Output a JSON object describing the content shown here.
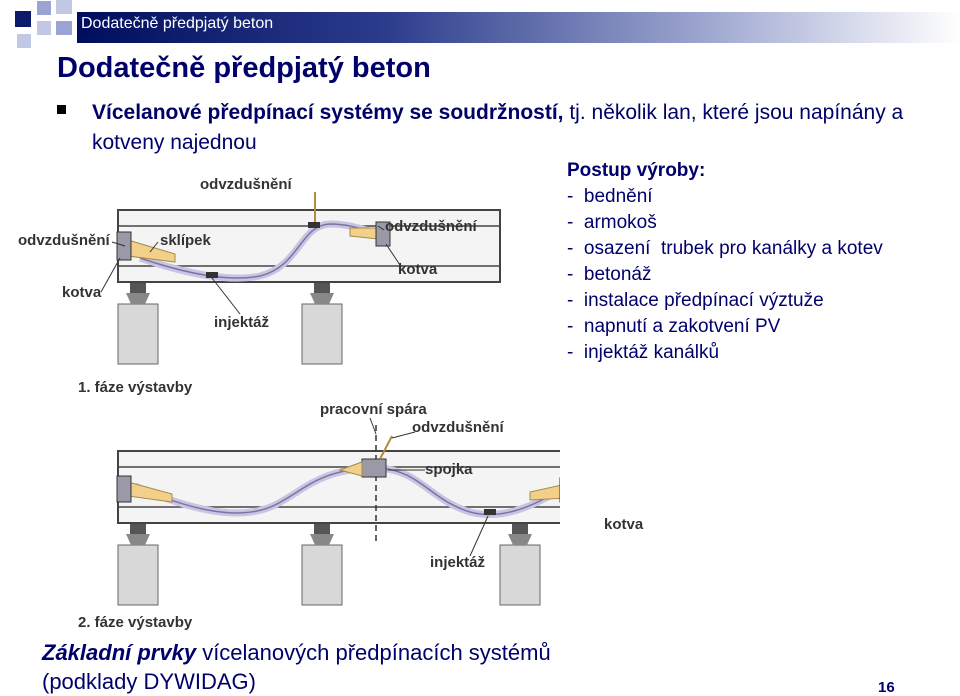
{
  "header": {
    "bar_title": "Dodatečně předpjatý beton",
    "colors": {
      "bar_dark": "#000d5e",
      "text_blue": "#00006a",
      "square_dark": "#0c1a6e",
      "square_light": "#9aa4d2"
    }
  },
  "slide": {
    "title": "Dodatečně předpjatý beton",
    "bullet": {
      "bold_part": "Vícelanové předpínací systémy se soudržností,",
      "normal_part": " tj. několik lan, které jsou napínány a kotveny najednou"
    },
    "procedure": {
      "title": "Postup výroby:",
      "steps": [
        "-  bednění",
        "-  armokoš",
        "-  osazení  trubek pro kanálky a kotev",
        "-  betonáž",
        "-  instalace předpínací výztuže",
        "-  napnutí a zakotvení PV",
        "-  injektáž kanálků"
      ]
    },
    "caption": {
      "bold_part": "Základní prvky",
      "normal_part": " vícelanových předpínacích systémů",
      "line2": "(podklady DYWIDAG)"
    },
    "page_number": "16"
  },
  "diagram": {
    "stage1": {
      "labels": {
        "vent_top": "odvzdušnění",
        "vent_left": "odvzdušnění",
        "vent_right": "odvzdušnění",
        "trumpet": "sklípek",
        "anchor_left": "kotva",
        "anchor_right": "kotva",
        "grout": "injektáž"
      },
      "stage_label": "1. fáze výstavby"
    },
    "stage2": {
      "labels": {
        "joint": "pracovní spára",
        "vent": "odvzdušnění",
        "coupler": "spojka",
        "anchor": "kotva",
        "grout": "injektáž"
      },
      "stage_label": "2. fáze výstavby"
    }
  }
}
